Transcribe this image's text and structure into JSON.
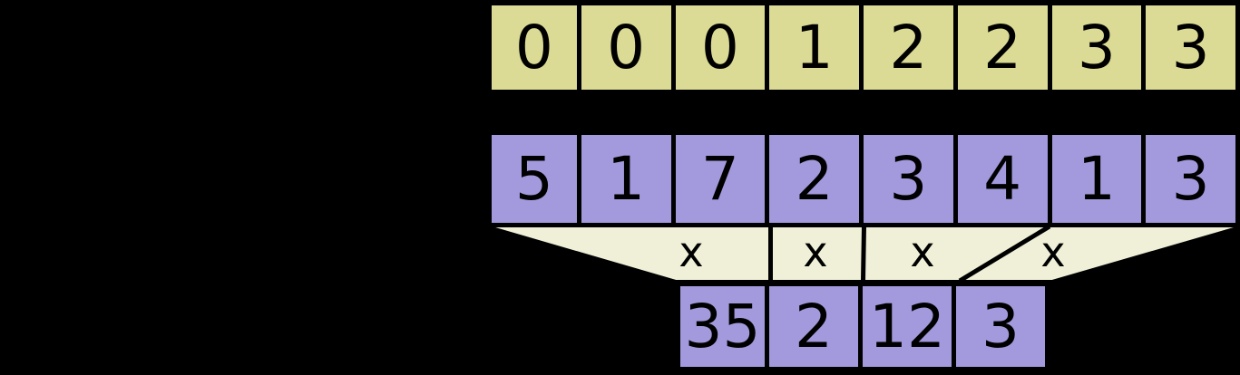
{
  "diagram": {
    "flags_row": {
      "cells": [
        "0",
        "0",
        "0",
        "1",
        "2",
        "2",
        "3",
        "3"
      ],
      "fill": "#dbdb95"
    },
    "values_row": {
      "cells": [
        "5",
        "1",
        "7",
        "2",
        "3",
        "4",
        "1",
        "3"
      ],
      "fill": "#a29add"
    },
    "funnel": {
      "operators": [
        "x",
        "x",
        "x",
        "x"
      ],
      "fill": "#f0f0d8"
    },
    "results_row": {
      "cells": [
        "35",
        "2",
        "12",
        "3"
      ],
      "fill": "#a29add"
    },
    "colors": {
      "background": "#000000",
      "line": "#000000",
      "text": "#000000"
    }
  }
}
